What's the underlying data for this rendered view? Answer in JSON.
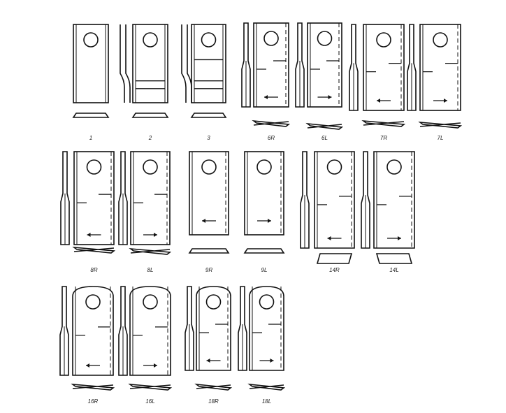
{
  "blades": [
    {
      "label": "1",
      "side": false,
      "dir": "",
      "style": "plain"
    },
    {
      "label": "2",
      "side": true,
      "dir": "",
      "style": "bars"
    },
    {
      "label": "3",
      "side": true,
      "dir": "",
      "style": "bars"
    },
    {
      "label": "6R",
      "side": true,
      "dir": "left",
      "style": "twist"
    },
    {
      "label": "6L",
      "side": true,
      "dir": "right",
      "style": "twist"
    },
    {
      "label": "7R",
      "side": true,
      "dir": "left",
      "style": "twist"
    },
    {
      "label": "7L",
      "side": true,
      "dir": "right",
      "style": "twist"
    },
    {
      "label": "8R",
      "side": true,
      "dir": "left",
      "style": "twist"
    },
    {
      "label": "8L",
      "side": true,
      "dir": "right",
      "style": "twist"
    },
    {
      "label": "9R",
      "side": false,
      "dir": "left",
      "style": "flat"
    },
    {
      "label": "9L",
      "side": false,
      "dir": "right",
      "style": "flat"
    },
    {
      "label": "14R",
      "side": true,
      "dir": "left",
      "style": "step"
    },
    {
      "label": "14L",
      "side": true,
      "dir": "right",
      "style": "step"
    },
    {
      "label": "16R",
      "side": true,
      "dir": "left",
      "style": "round"
    },
    {
      "label": "16L",
      "side": true,
      "dir": "right",
      "style": "round"
    },
    {
      "label": "18R",
      "side": true,
      "dir": "left",
      "style": "round"
    },
    {
      "label": "18L",
      "side": true,
      "dir": "right",
      "style": "round"
    }
  ]
}
